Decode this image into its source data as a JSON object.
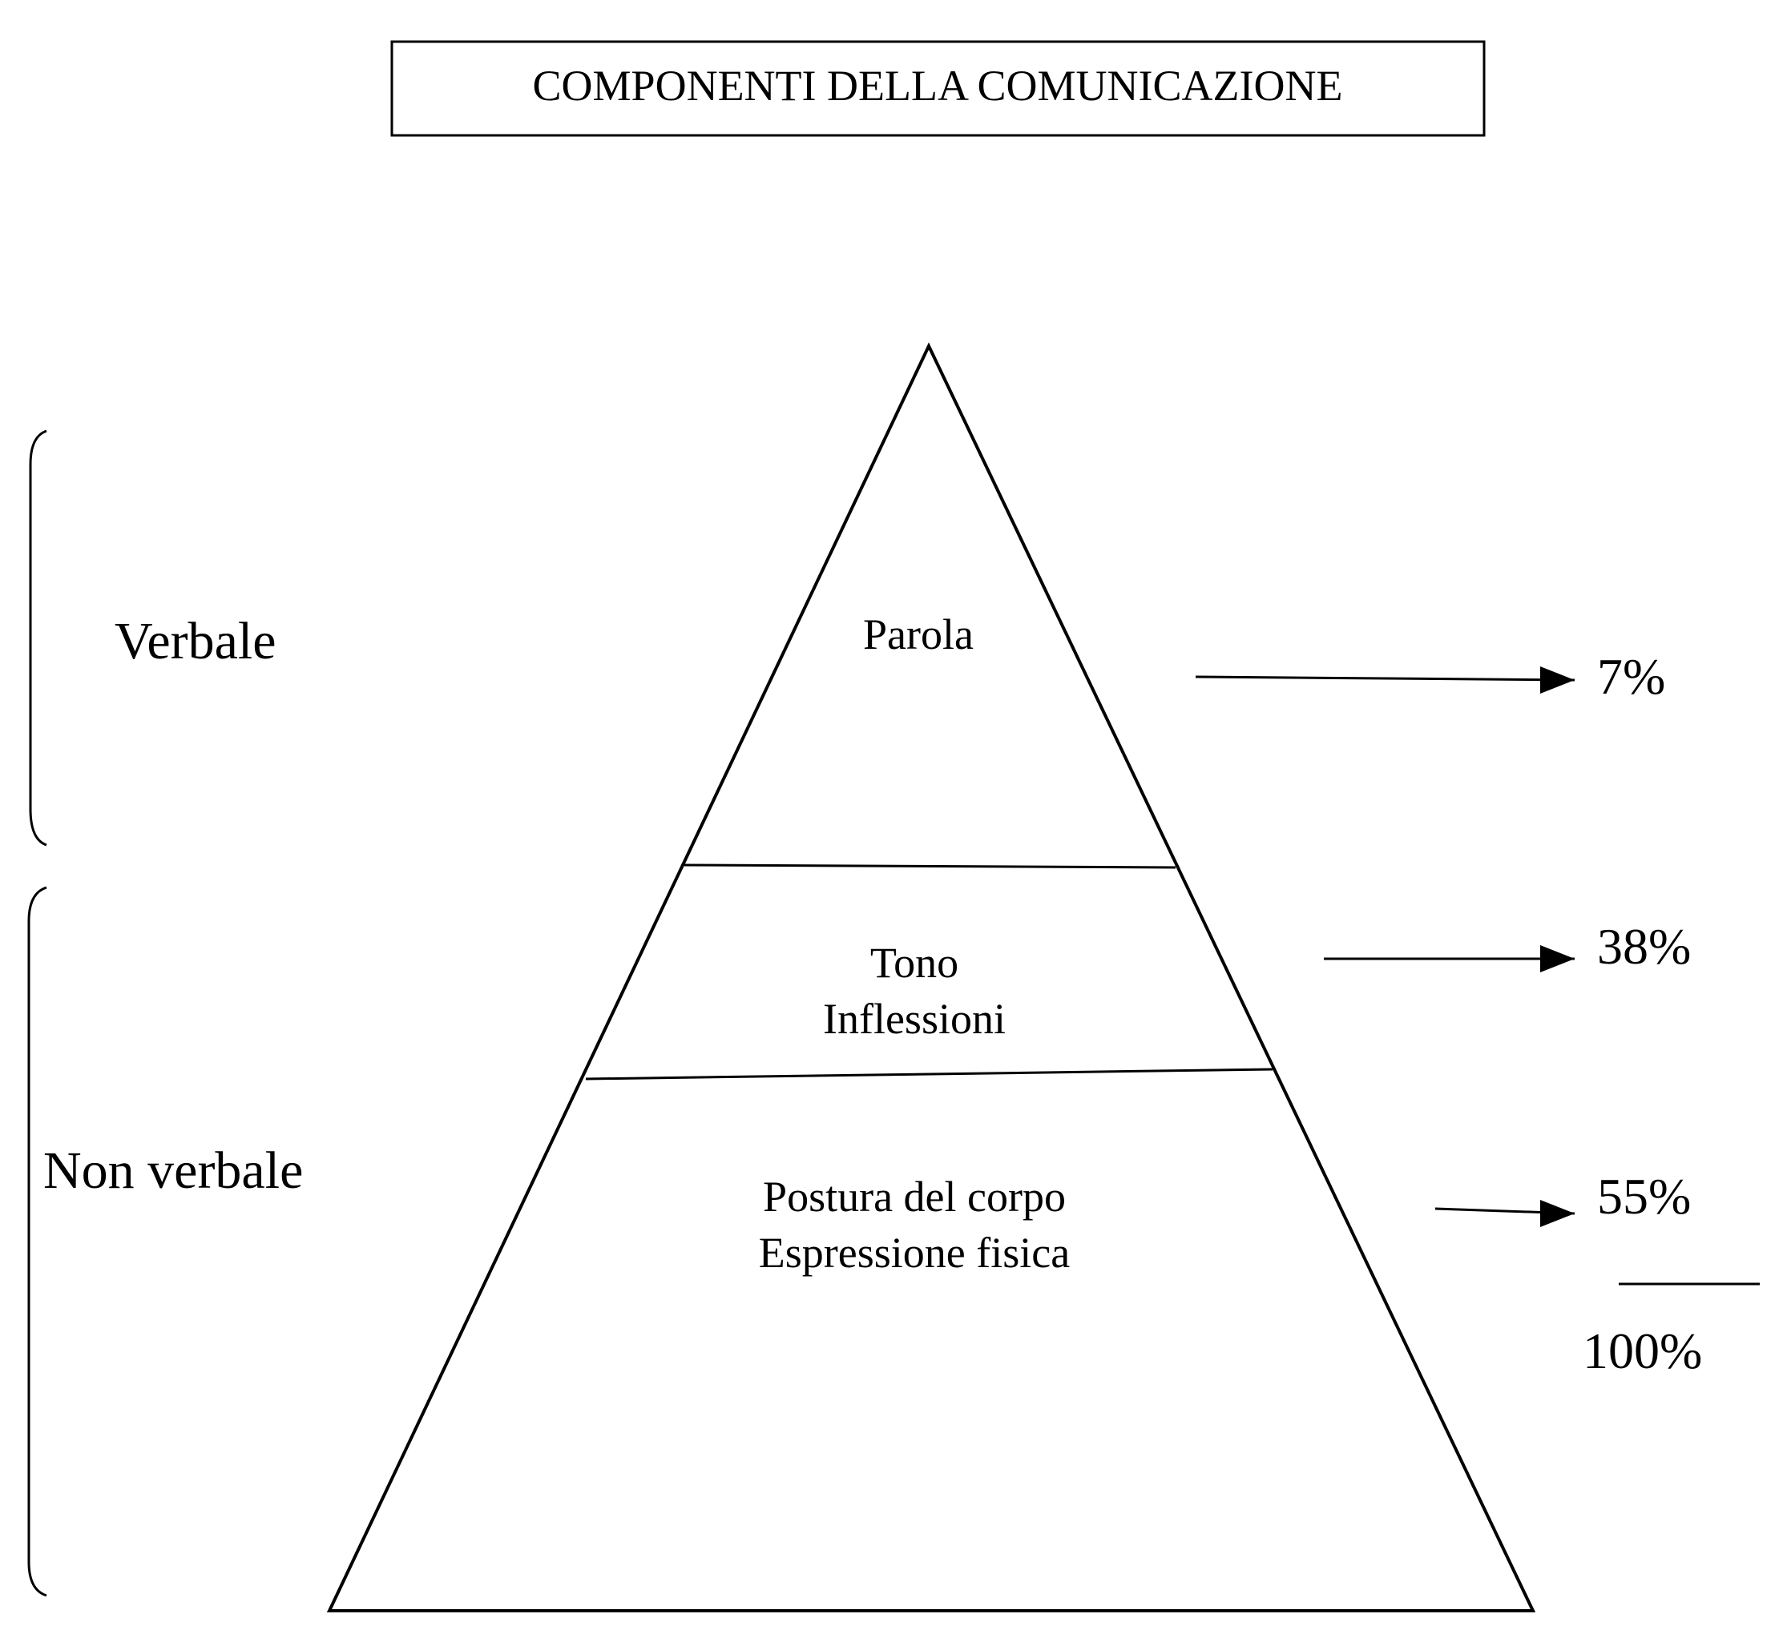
{
  "title": "COMPONENTI DELLA COMUNICAZIONE",
  "pyramid": {
    "levels": [
      {
        "lines": [
          "Parola"
        ],
        "percent": "7%"
      },
      {
        "lines": [
          "Tono",
          "Inflessioni"
        ],
        "percent": "38%"
      },
      {
        "lines": [
          "Postura del corpo",
          "Espressione fisica"
        ],
        "percent": "55%"
      }
    ],
    "total": "100%"
  },
  "groups": {
    "verbal": "Verbale",
    "nonverbal": "Non verbale"
  },
  "colors": {
    "stroke": "#000000",
    "background": "#ffffff"
  }
}
